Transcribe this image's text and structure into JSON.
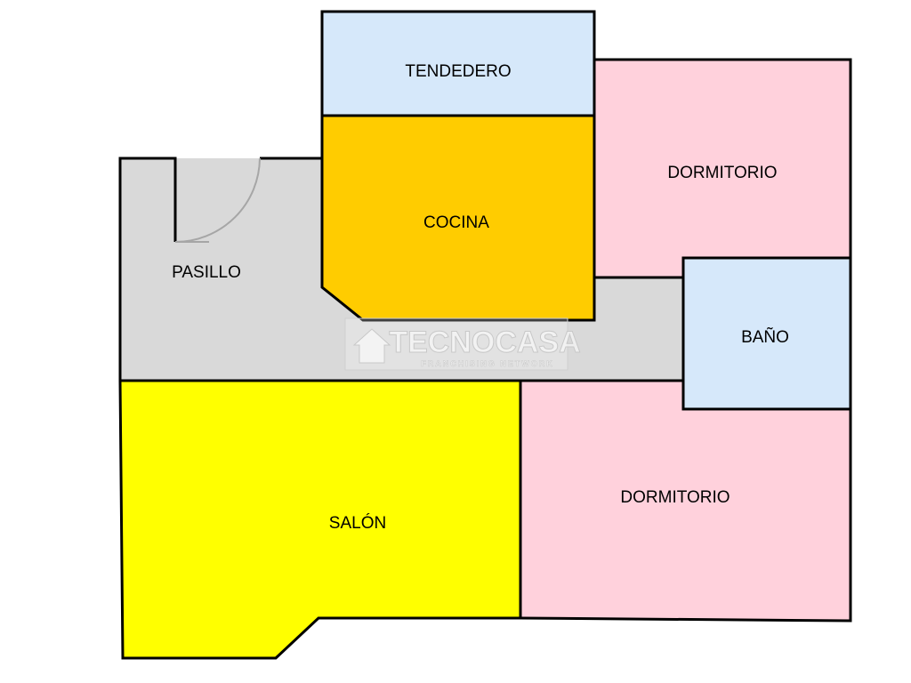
{
  "floorplan": {
    "colors": {
      "pasillo": "#d9d9d9",
      "tendedero": "#d6e8fa",
      "cocina": "#ffcc00",
      "dormitorio": "#ffd1dc",
      "bano": "#d6e8fa",
      "salon": "#ffff00",
      "wall": "#000000",
      "door_arc": "#a6a6a6"
    },
    "rooms": {
      "tendedero": "TENDEDERO",
      "dormitorio_top": "DORMITORIO",
      "cocina": "COCINA",
      "pasillo": "PASILLO",
      "bano": "BAÑO",
      "salon": "SALÓN",
      "dormitorio_bottom": "DORMITORIO"
    },
    "watermark": {
      "brand": "TECNOCASA",
      "tagline": "FRANCHISING NETWORK",
      "icon": "house-icon"
    }
  }
}
